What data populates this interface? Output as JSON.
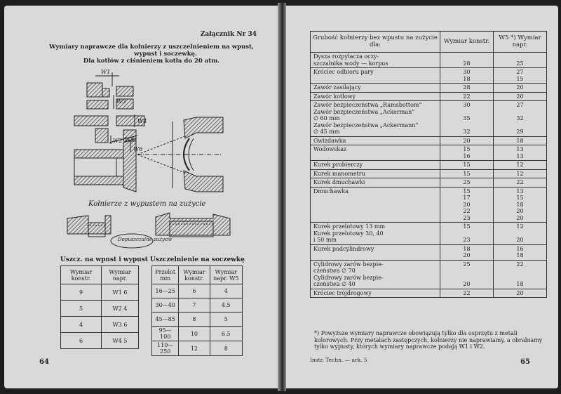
{
  "left_page": {
    "annex_label": "Załącznik Nr 34",
    "heading_lines": [
      "Wymiary naprawcze dla kołnierzy z uszczelnieniem na wpust,",
      "wypust i soczewkę.",
      "Dla kotłów z ciśnieniem kotła do 20 atm."
    ],
    "diagram_labels": {
      "w1": "W1",
      "w2": "W2",
      "w3": "W3",
      "w4": "W4",
      "w5": "W5",
      "w6": "W6"
    },
    "sketch_caption": "Kołnierze z wypustem na zużycie",
    "wear_label": "Dopuszczalne zużycie",
    "table_a": {
      "caption": "Uszcz. na wpust i wypust",
      "headers": [
        "Wymiar konstr.",
        "Wymiar napr."
      ],
      "rows": [
        [
          "9",
          "W1 6"
        ],
        [
          "5",
          "W2 4"
        ],
        [
          "4",
          "W3 6"
        ],
        [
          "6",
          "W4 5"
        ]
      ]
    },
    "table_b": {
      "caption": "Uszczelnienie na soczewkę",
      "headers": [
        "Przelot mm",
        "Wymiar konstr.",
        "Wymiar napr. W5"
      ],
      "rows": [
        [
          "16—25",
          "6",
          "4"
        ],
        [
          "30—40",
          "7",
          "4.5"
        ],
        [
          "45—85",
          "8",
          "5"
        ],
        [
          "95—100",
          "10",
          "6.5"
        ],
        [
          "110—250",
          "12",
          "8"
        ]
      ]
    },
    "page_number": "64"
  },
  "right_page": {
    "headers": [
      "Grubość kołnierzy bez wpustu na zużycie dla:",
      "Wymiar konstr.",
      "W5 *) Wymiar napr."
    ],
    "rows": [
      {
        "name": [
          "Dysza rozpylacza oczy-",
          "szczalnika wody — korpus"
        ],
        "konstr": [
          "28"
        ],
        "napr": [
          "25"
        ]
      },
      {
        "name": [
          "Króciec odbioru pary"
        ],
        "konstr": [
          "30",
          "18"
        ],
        "napr": [
          "27",
          "15"
        ]
      },
      {
        "name": [
          "Zawór zasilający"
        ],
        "konstr": [
          "28"
        ],
        "napr": [
          "20"
        ]
      },
      {
        "name": [
          "Zawór kotłowy"
        ],
        "konstr": [
          "22"
        ],
        "napr": [
          "20"
        ]
      },
      {
        "name": [
          "Zawór bezpieczeństwa „Ramsbottom”",
          "Zawór bezpieczeństwa „Ackerman”",
          "∅ 60 mm",
          "Zawór bezpieczeństwa „Ackermann”",
          "∅ 45 mm"
        ],
        "konstr": [
          "30",
          "",
          "35",
          "",
          "32"
        ],
        "napr": [
          "27",
          "",
          "32",
          "",
          "29"
        ]
      },
      {
        "name": [
          "Gwizdawka"
        ],
        "konstr": [
          "20"
        ],
        "napr": [
          "18"
        ]
      },
      {
        "name": [
          "Wodowskaz"
        ],
        "konstr": [
          "15",
          "16"
        ],
        "napr": [
          "13",
          "13"
        ]
      },
      {
        "name": [
          "Kurek probierczy"
        ],
        "konstr": [
          "15"
        ],
        "napr": [
          "12"
        ]
      },
      {
        "name": [
          "Kurek manometru"
        ],
        "konstr": [
          "15"
        ],
        "napr": [
          "12"
        ]
      },
      {
        "name": [
          "Kurek dmuchawki"
        ],
        "konstr": [
          "25"
        ],
        "napr": [
          "22"
        ]
      },
      {
        "name": [
          "Dmuchawka"
        ],
        "konstr": [
          "15",
          "17",
          "20",
          "22",
          "23"
        ],
        "napr": [
          "13",
          "15",
          "18",
          "20",
          "20"
        ]
      },
      {
        "name": [
          "Kurek przelotowy 13 mm",
          "Kurek przelotowy 30, 40",
          "i 50 mm"
        ],
        "konstr": [
          "15",
          "",
          "23"
        ],
        "napr": [
          "12",
          "",
          "20"
        ]
      },
      {
        "name": [
          "Kurek podcylindrowy"
        ],
        "konstr": [
          "18",
          "20"
        ],
        "napr": [
          "16",
          "18"
        ]
      },
      {
        "name": [
          "Cylidrowy zarów bezpie-",
          "czeństwa ∅ 70",
          "Cylidrowy zarów bezpie-",
          "czeństwa ∅ 40"
        ],
        "konstr": [
          "25",
          "",
          "",
          "20"
        ],
        "napr": [
          "22",
          "",
          "",
          "18"
        ]
      },
      {
        "name": [
          "Króciec trójdrogowy"
        ],
        "konstr": [
          "22"
        ],
        "napr": [
          "20"
        ]
      }
    ],
    "footnote": "*) Powyższe wymiary naprawcze obowiązują tylko dla osprzętu z metali kolorowych. Przy metalach zastępczych, kołnierzy nie naprawiamy, a obrabiamy tylko wypusty, których wymiary naprawcze podają W1 i W2.",
    "footer_instr": "Instr. Techn. — ark. 5",
    "page_number": "65"
  },
  "colors": {
    "paper": "#d9d9d9",
    "ink": "#222222",
    "hatch": "#333333"
  }
}
